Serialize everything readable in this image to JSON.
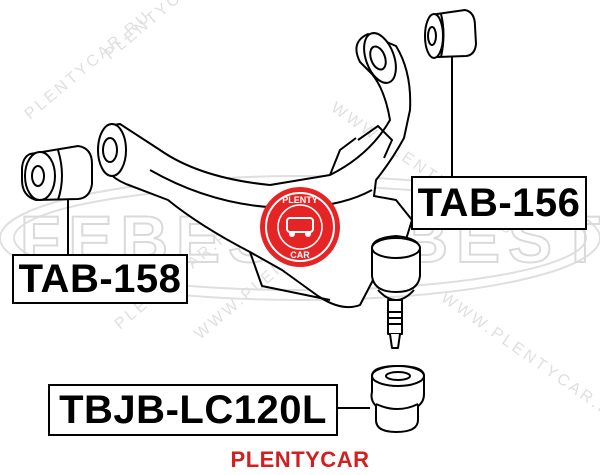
{
  "labels": {
    "tab156": "TAB-156",
    "tab158": "TAB-158",
    "tbjb": "TBJB-LC120L"
  },
  "footer": {
    "brand": "PLENTYCAR"
  },
  "colors": {
    "ink": "#000000",
    "watermark": "#d8d8d8",
    "brand_red": "#d21f1f",
    "seal_fill": "#e52525",
    "seal_dark": "#b51515"
  },
  "icons": {
    "seal": "plentycar-seal-logo",
    "watermark": "febest-watermark-logo"
  }
}
